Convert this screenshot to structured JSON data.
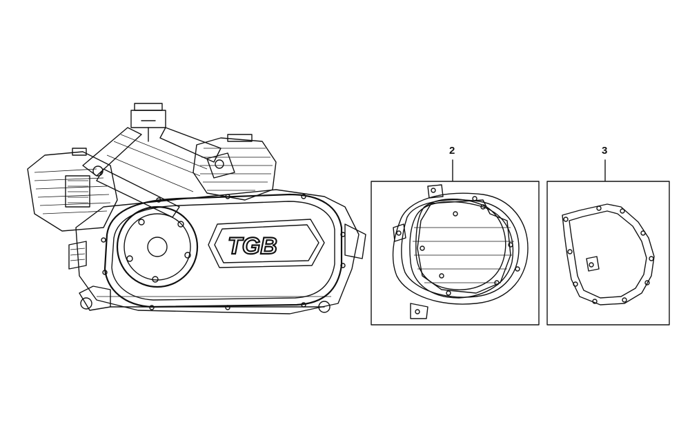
{
  "diagram": {
    "logo_text": "TGB",
    "callouts": [
      {
        "label": "2"
      },
      {
        "label": "3"
      }
    ]
  }
}
